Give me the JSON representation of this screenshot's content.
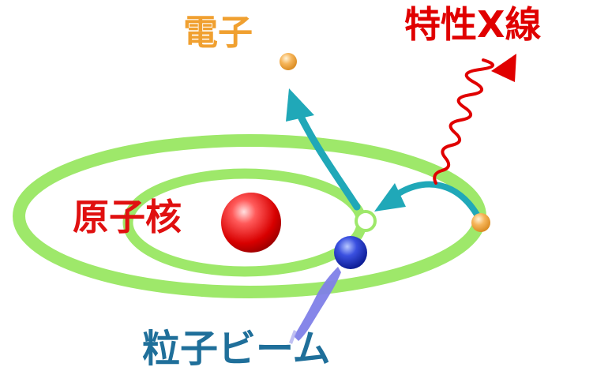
{
  "labels": {
    "electron": "電子",
    "xray": "特性X線",
    "nucleus": "原子核",
    "beam": "粒子ビーム"
  },
  "colors": {
    "orbit": "#9ee86a",
    "electron_text": "#f0a030",
    "xray_text": "#e00000",
    "nucleus_text": "#e01010",
    "beam_text": "#1f6f9a",
    "arrow": "#20a8b8",
    "beam_stream": "#8080e8",
    "nucleus_fill": "#e81818",
    "electron_fill": "#f3a844",
    "projectile_fill": "#1a2fbf"
  }
}
